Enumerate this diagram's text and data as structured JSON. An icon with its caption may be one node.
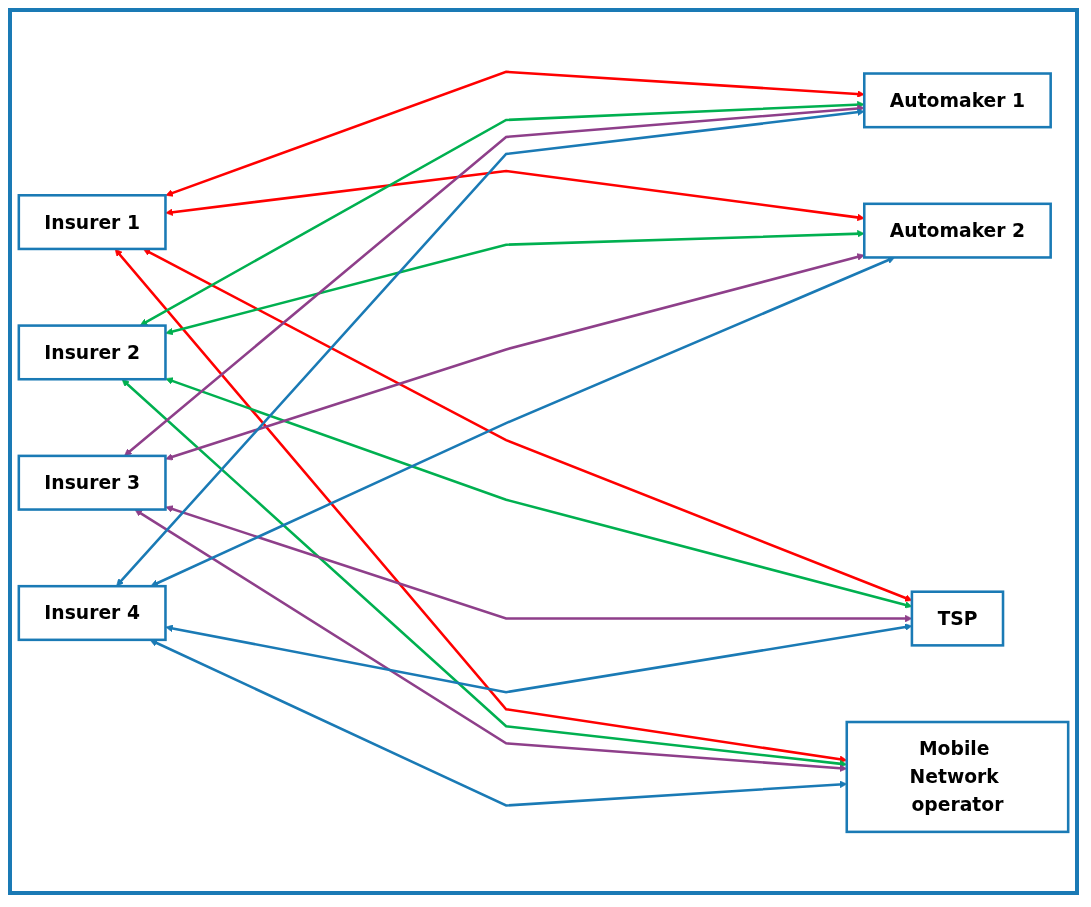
{
  "diagram": {
    "nodes": [
      {
        "text": [
          "Insurer 1"
        ]
      },
      {
        "text": [
          "Insurer 2"
        ]
      },
      {
        "text": [
          "Insurer 3"
        ]
      },
      {
        "text": [
          "Insurer 4"
        ]
      },
      {
        "text": [
          "Automaker 1"
        ]
      },
      {
        "text": [
          "Automaker 2"
        ]
      },
      {
        "text": [
          "TSP"
        ]
      },
      {
        "text": [
          "Mobile Network operator"
        ]
      }
    ],
    "edges": [
      {
        "from": 0,
        "to": 4,
        "arrow": "both",
        "color": "#ff0000"
      },
      {
        "from": 0,
        "to": 5,
        "arrow": "both",
        "color": "#ff0000"
      },
      {
        "from": 0,
        "to": 6,
        "arrow": "both",
        "color": "#ff0000"
      },
      {
        "from": 0,
        "to": 7,
        "arrow": "both",
        "color": "#ff0000"
      },
      {
        "from": 1,
        "to": 4,
        "arrow": "both",
        "color": "#00b050"
      },
      {
        "from": 1,
        "to": 5,
        "arrow": "both",
        "color": "#00b050"
      },
      {
        "from": 1,
        "to": 6,
        "arrow": "both",
        "color": "#00b050"
      },
      {
        "from": 1,
        "to": 7,
        "arrow": "both",
        "color": "#00b050"
      },
      {
        "from": 2,
        "to": 4,
        "arrow": "both",
        "color": "#8e3f8a"
      },
      {
        "from": 2,
        "to": 5,
        "arrow": "both",
        "color": "#8e3f8a"
      },
      {
        "from": 2,
        "to": 6,
        "arrow": "both",
        "color": "#8e3f8a"
      },
      {
        "from": 2,
        "to": 7,
        "arrow": "both",
        "color": "#8e3f8a"
      },
      {
        "from": 3,
        "to": 4,
        "arrow": "both",
        "color": "#1a7ab5"
      },
      {
        "from": 3,
        "to": 5,
        "arrow": "both",
        "color": "#1a7ab5"
      },
      {
        "from": 3,
        "to": 6,
        "arrow": "both",
        "color": "#1a7ab5"
      },
      {
        "from": 3,
        "to": 7,
        "arrow": "both",
        "color": "#1a7ab5"
      }
    ]
  }
}
